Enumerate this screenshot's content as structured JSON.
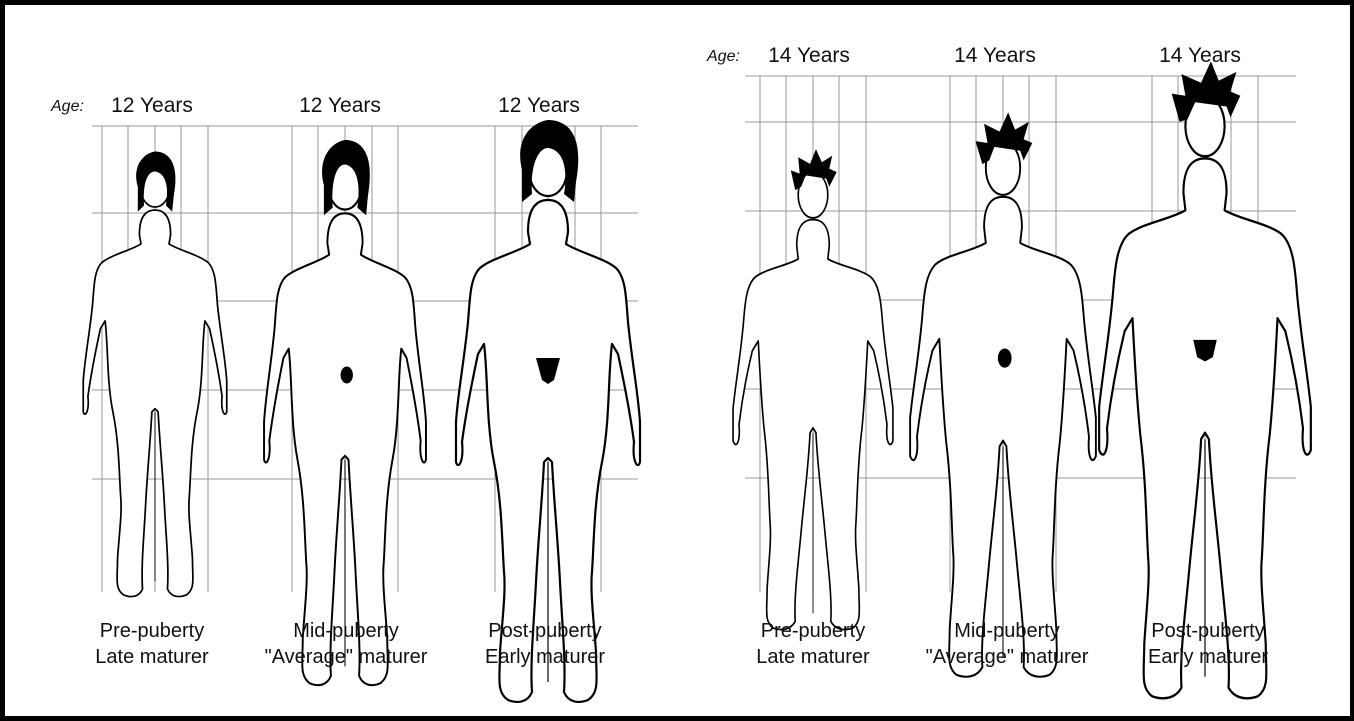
{
  "panels": [
    {
      "age_label": "Age:",
      "figures": [
        {
          "age": "12 Years",
          "stage": "Pre-puberty",
          "maturer": "Late maturer"
        },
        {
          "age": "12 Years",
          "stage": "Mid-puberty",
          "maturer": "\"Average\" maturer"
        },
        {
          "age": "12 Years",
          "stage": "Post-puberty",
          "maturer": "Early maturer"
        }
      ]
    },
    {
      "age_label": "Age:",
      "figures": [
        {
          "age": "14 Years",
          "stage": "Pre-puberty",
          "maturer": "Late maturer"
        },
        {
          "age": "14 Years",
          "stage": "Mid-puberty",
          "maturer": "\"Average\" maturer"
        },
        {
          "age": "14 Years",
          "stage": "Post-puberty",
          "maturer": "Early maturer"
        }
      ]
    }
  ],
  "colors": {
    "line": "#000000",
    "grid": "#9a9a9a",
    "fill": "#000000"
  }
}
